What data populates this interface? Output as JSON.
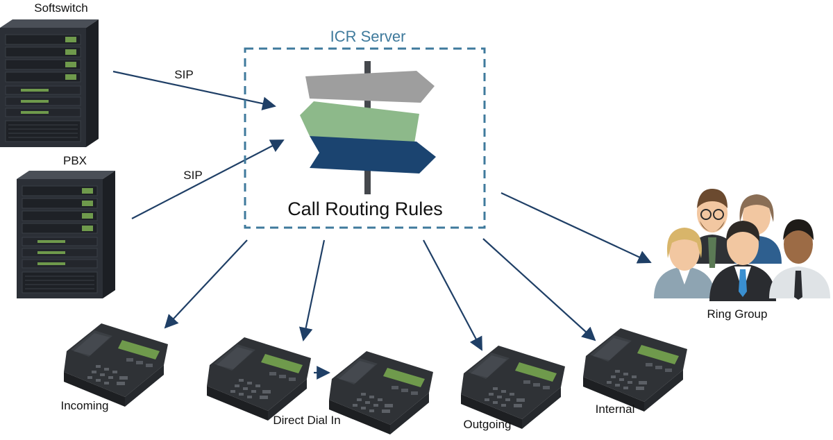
{
  "servers": {
    "softswitch": {
      "label": "Softswitch"
    },
    "pbx": {
      "label": "PBX"
    }
  },
  "links": {
    "softswitch_link": {
      "label": "SIP"
    },
    "pbx_link": {
      "label": "SIP"
    }
  },
  "icr": {
    "title": "ICR Server",
    "rules_label": "Call Routing Rules",
    "signpost_icon": "signpost-icon"
  },
  "endpoints": {
    "incoming": {
      "label": "Incoming",
      "icon": "desk-phone-icon"
    },
    "direct_dial_in": {
      "label": "Direct Dial In",
      "icon": "desk-phone-icon"
    },
    "outgoing": {
      "label": "Outgoing",
      "icon": "desk-phone-icon"
    },
    "internal": {
      "label": "Internal",
      "icon": "desk-phone-icon"
    },
    "ring_group": {
      "label": "Ring Group",
      "icon": "people-group-icon"
    }
  },
  "colors": {
    "arrow": "#1f3f66",
    "dashed_border": "#3f7a9c",
    "icr_title": "#3f7a9c",
    "sign_top": "#9e9e9e",
    "sign_middle": "#8db98a",
    "sign_bottom": "#1b4470",
    "server_body": "#2b2f36",
    "phone_body": "#2f3236",
    "phone_screen": "#6f9a4c"
  }
}
